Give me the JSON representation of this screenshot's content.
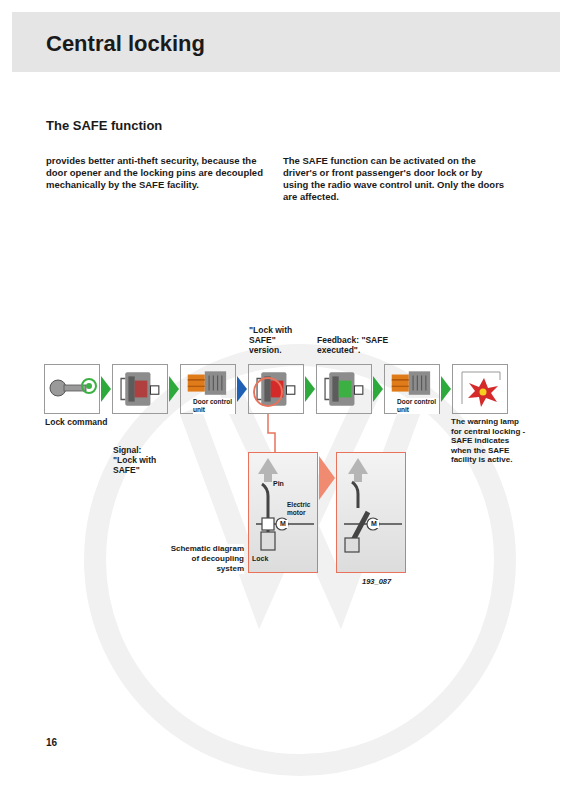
{
  "diagram": {
    "title": "Central locking",
    "nodes": [
      {
        "text": [
          "Lock command"
        ]
      },
      {
        "text": [
          "Signal: \"Lock with SAFE\""
        ]
      },
      {
        "text": [
          "Door control unit"
        ]
      },
      {
        "text": [
          "\"Lock with SAFE\" version."
        ]
      },
      {
        "text": [
          "Feedback: \"SAFE executed\"."
        ]
      },
      {
        "text": [
          "Door control unit"
        ]
      },
      {
        "text": [
          "The warning lamp for central locking - SAFE indicates when the SAFE facility is active."
        ]
      },
      {
        "text": [
          "Pin",
          "Electric motor",
          "Lock",
          "M"
        ]
      },
      {
        "text": [
          "M"
        ]
      }
    ],
    "edges": [
      {
        "from": 0,
        "to": 1,
        "arrow": "to"
      },
      {
        "from": 1,
        "to": 2,
        "arrow": "to"
      },
      {
        "from": 2,
        "to": 3,
        "arrow": "to"
      },
      {
        "from": 3,
        "to": 4,
        "arrow": "to"
      },
      {
        "from": 4,
        "to": 5,
        "arrow": "to"
      },
      {
        "from": 5,
        "to": 6,
        "arrow": "to"
      },
      {
        "from": 3,
        "to": 7,
        "arrow": "none"
      },
      {
        "from": 7,
        "to": 8,
        "arrow": "to"
      }
    ],
    "labels": [
      "The SAFE function",
      "provides better anti-theft security, because the door opener and the locking pins are decoupled mechanically by the SAFE facility.",
      "The SAFE function can be activated on the driver's or front passenger's door lock or by using the radio wave control unit. Only the doors are affected.",
      "Schematic diagram of decoupling system",
      "193_087",
      "16"
    ]
  }
}
